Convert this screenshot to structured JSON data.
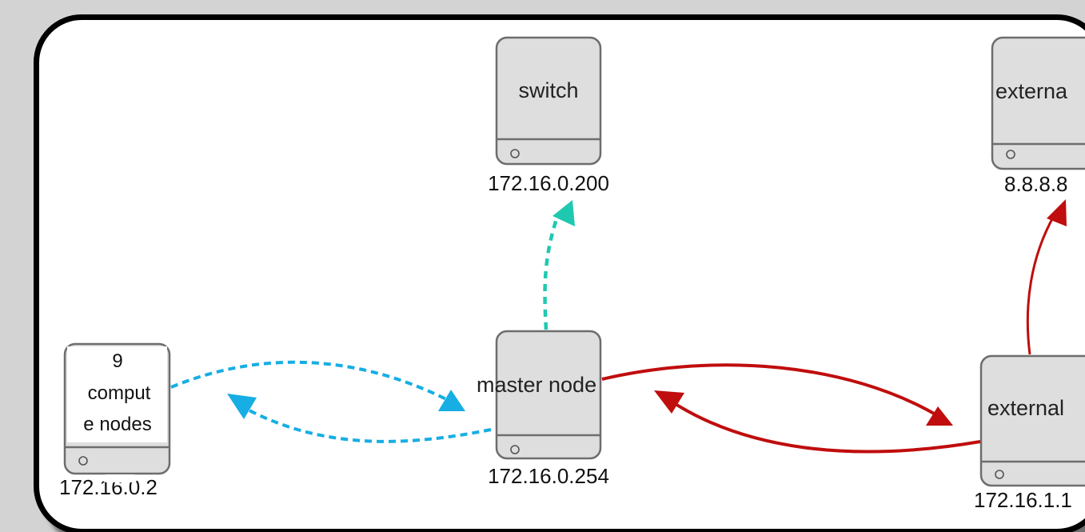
{
  "nodes": {
    "switch": {
      "label": "switch",
      "ip": "172.16.0.200"
    },
    "internet": {
      "label": "externa",
      "ip": "8.8.8.8"
    },
    "compute": {
      "line1": "9",
      "line2": "comput",
      "line3": "e nodes",
      "ip": "172.16.0.2"
    },
    "master": {
      "label": "master node",
      "ip": "172.16.0.254"
    },
    "external": {
      "label": "external",
      "ip": "172.16.1.1"
    }
  },
  "colors": {
    "teal": "#1fc9b0",
    "blue": "#16aee4",
    "red": "#c00d0d",
    "node_fill": "#dedede",
    "node_stroke": "#6d6d6d"
  }
}
